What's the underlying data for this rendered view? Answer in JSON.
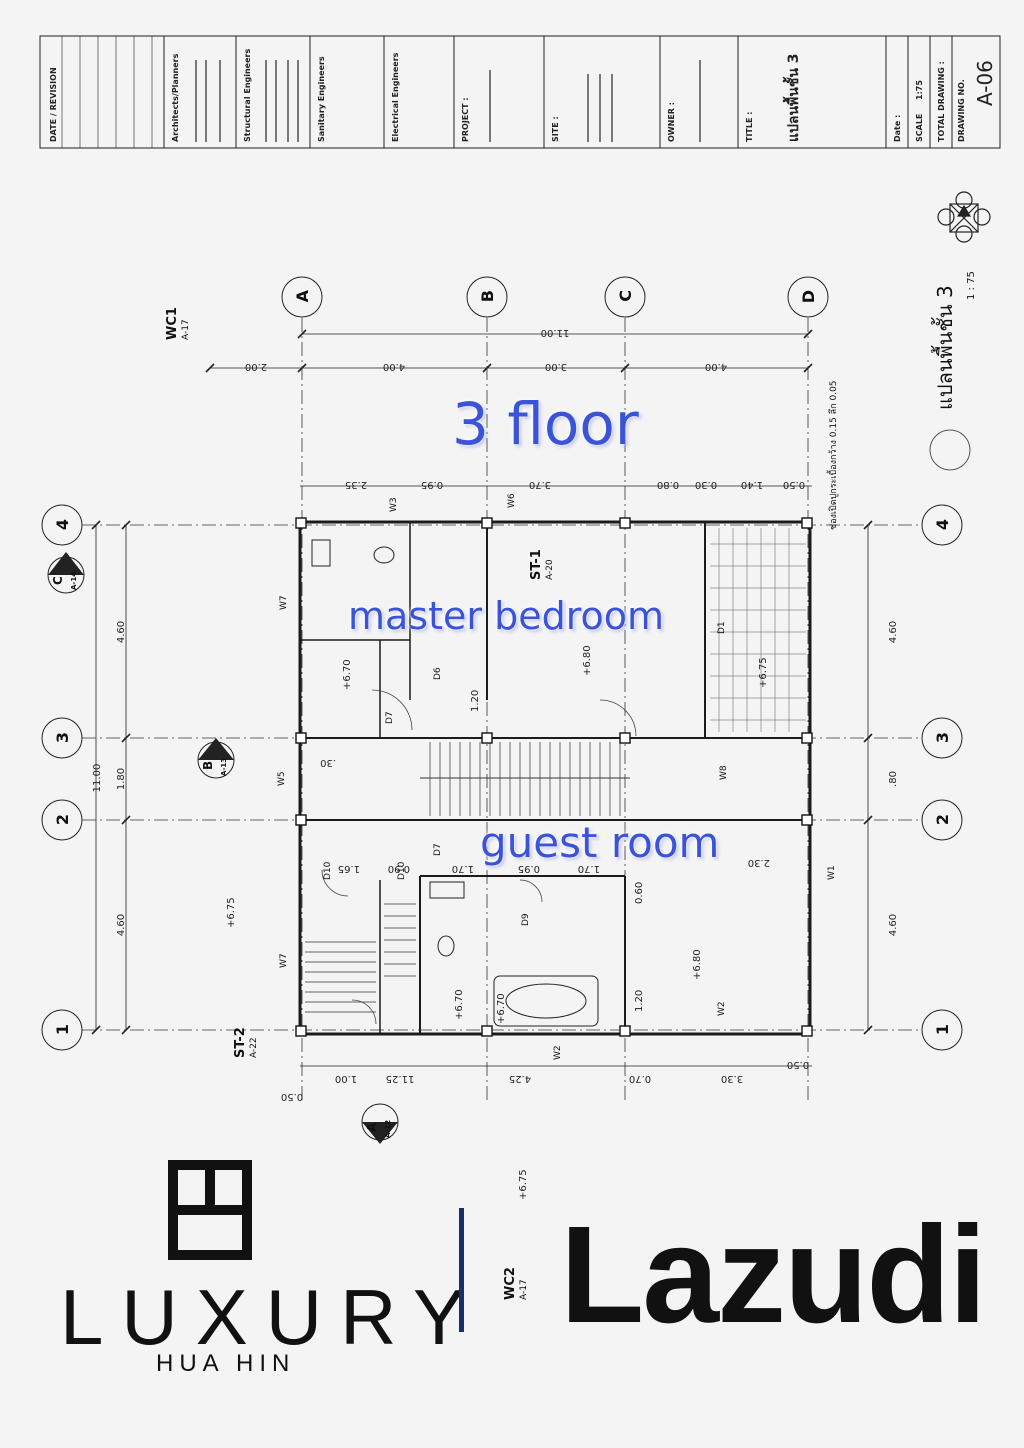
{
  "title_block": {
    "date_revision": "DATE / REVISION",
    "architects": "Architects/Planners",
    "structural": "Structural Engineers",
    "sanitary": "Sanitary Engineers",
    "electrical": "Electrical Engineers",
    "project": "PROJECT :",
    "site": "SITE :",
    "owner": "OWNER :",
    "title": "TITLE :",
    "title_value": "แปลนพื้นชั้น 3",
    "date_label": "Date :",
    "scale_label": "SCALE",
    "scale_value": "1:75",
    "total_label": "TOTAL DRAWING :",
    "drawing_label": "DRAWING NO.",
    "drawing_no": "A-06"
  },
  "plan_title": "แปลนพื้นชั้น 3",
  "plan_scale": "1 : 75",
  "grid": {
    "cols": [
      "A",
      "B",
      "C",
      "D"
    ],
    "rows": [
      "4",
      "3",
      "2",
      "1"
    ]
  },
  "dims": {
    "top_total": "11.00",
    "top_spans": [
      "2.00",
      "4.00",
      "3.00",
      "4.00"
    ],
    "top_sub": [
      "2.35",
      "0.95",
      "3.70",
      "0.80",
      "0.30",
      "1.40",
      "0.50"
    ],
    "left_total": "11.00",
    "left_spans": [
      "4.60",
      "1.80",
      "4.60"
    ],
    "right_spans": [
      "4.60",
      ".80",
      "4.60"
    ],
    "bottom_sub": [
      "0.50",
      "1.00",
      "11.25",
      "4.25",
      "0.70",
      "3.30",
      "0.50"
    ],
    "mid": [
      "1.65",
      "0.90",
      "1.70",
      "0.95",
      "1.70",
      "2.30",
      "1.20",
      "1.20",
      "0.60",
      ".30"
    ],
    "levels": [
      "+6.70",
      "+6.75",
      "+6.80",
      "+6.70",
      "+6.75",
      "+6.80",
      "+6.75",
      "+6.70"
    ]
  },
  "tags": {
    "sections": [
      {
        "letter": "C",
        "sheet": "A-14"
      },
      {
        "letter": "B",
        "sheet": "A-13"
      },
      {
        "letter": "A",
        "sheet": "A-12"
      }
    ],
    "stairs": [
      "ST-1",
      "ST-2"
    ],
    "stairs_ref": [
      "A-20",
      "A-22"
    ],
    "wc": [
      "WC1",
      "WC2"
    ],
    "wc_ref": [
      "A-17",
      "A-17"
    ],
    "doors": [
      "D1",
      "D6",
      "D7",
      "D7",
      "D9",
      "D10",
      "D10"
    ],
    "windows": [
      "W1",
      "W2",
      "W2",
      "W3",
      "W5",
      "W6",
      "W7",
      "W7",
      "W8"
    ],
    "slab_note": "ช่องเปิดปูกระเบื้องกว้าง 0.15 ลึก 0.05"
  },
  "overlays": {
    "floor": "3 floor",
    "master": "master bedroom",
    "guest": "guest room"
  },
  "brand": {
    "lazudi": "Lazudi",
    "luxury": "LUXURY",
    "huahin": "HUA HIN"
  },
  "colors": {
    "line": "#1b1b1b",
    "overlay": "#3a53d9",
    "separator": "#1a2e6a"
  }
}
